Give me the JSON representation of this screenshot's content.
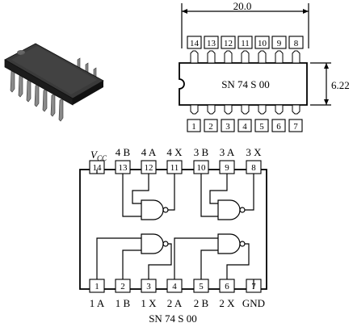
{
  "package_drawing": {
    "width_dimension": "20.0",
    "height_dimension": "6.22",
    "chip_label": "SN 74 S 00",
    "top_pins": [
      "14",
      "13",
      "12",
      "11",
      "10",
      "9",
      "8"
    ],
    "bottom_pins": [
      "1",
      "2",
      "3",
      "4",
      "5",
      "6",
      "7"
    ]
  },
  "schematic": {
    "caption": "SN 74 S 00",
    "top_pins": [
      "14",
      "13",
      "12",
      "11",
      "10",
      "9",
      "8"
    ],
    "top_labels_main": [
      "V",
      "4 B",
      "4 A",
      "4 X",
      "3 B",
      "3 A",
      "3 X"
    ],
    "vcc_subscript": "CC",
    "bottom_pins": [
      "1",
      "2",
      "3",
      "4",
      "5",
      "6",
      "7"
    ],
    "bottom_labels": [
      "1 A",
      "1 B",
      "1 X",
      "2 A",
      "2 B",
      "2 X",
      "GND"
    ]
  },
  "colors": {
    "ink": "#000000",
    "chip_body": "#2a2a2a",
    "chip_pin": "#8a8a8a"
  }
}
